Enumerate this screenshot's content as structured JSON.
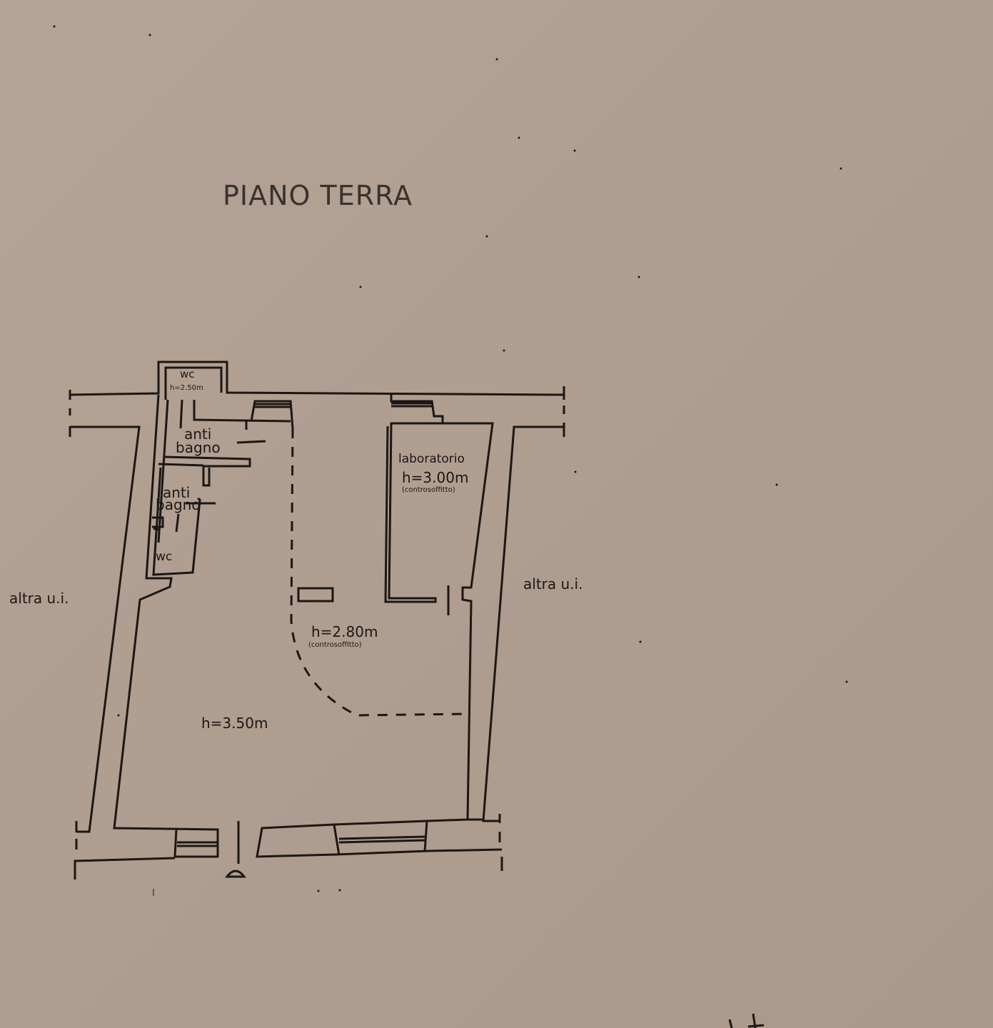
{
  "document": {
    "title": "PIANO TERRA",
    "paper_color": "#b09e91",
    "ink_color": "#1c1714"
  },
  "rooms": {
    "wc_top": {
      "label": "wc",
      "height": "h=2.50m"
    },
    "antibagno_top": {
      "label_line1": "anti",
      "label_line2": "bagno"
    },
    "antibagno_lower": {
      "label_line1": "anti",
      "label_line2": "bagno"
    },
    "wc_lower": {
      "label": "wc"
    },
    "laboratorio": {
      "label": "laboratorio",
      "height": "h=3.00m",
      "note": "(controsoffitto)"
    },
    "main_area_ceiling": {
      "height": "h=2.80m",
      "note": "(controsoffitto)"
    },
    "main_area": {
      "height": "h=3.50m"
    }
  },
  "neighbors": {
    "left": "altra u.i.",
    "right": "altra u.i."
  }
}
